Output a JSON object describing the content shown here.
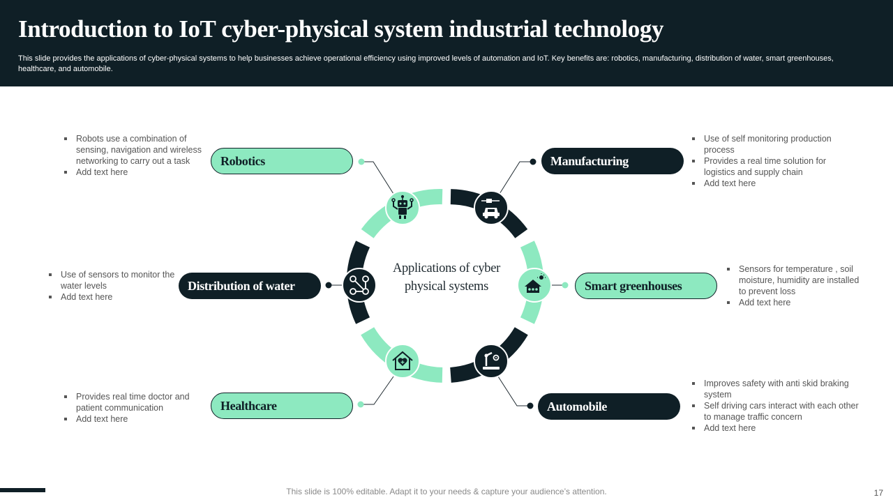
{
  "header": {
    "title": "Introduction to IoT cyber-physical system industrial technology",
    "subtitle": "This slide provides the applications of cyber-physical systems to help businesses achieve operational efficiency using improved levels of automation and IoT. Key benefits are: robotics, manufacturing, distribution of water, smart greenhouses, healthcare, and automobile."
  },
  "center_label": "Applications of cyber physical systems",
  "colors": {
    "dark": "#0f1f26",
    "accent": "#8de9c0"
  },
  "nodes": {
    "robotics": {
      "label": "Robotics",
      "icon": "robot-icon",
      "bullets": [
        "Robots use a combination of sensing, navigation and wireless networking to carry out a task",
        "Add text here"
      ]
    },
    "manufacturing": {
      "label": "Manufacturing",
      "icon": "conveyor-car-icon",
      "bullets": [
        "Use of self monitoring production process",
        "Provides a real time solution for logistics and supply chain",
        "Add text here"
      ]
    },
    "water": {
      "label": "Distribution of water",
      "icon": "water-network-icon",
      "bullets": [
        "Use of sensors to monitor the water levels",
        "Add text here"
      ]
    },
    "greenhouses": {
      "label": "Smart greenhouses",
      "icon": "greenhouse-icon",
      "bullets": [
        "Sensors for temperature  , soil moisture, humidity are installed to prevent  loss",
        "Add text here"
      ]
    },
    "healthcare": {
      "label": "Healthcare",
      "icon": "health-home-icon",
      "bullets": [
        "Provides real time doctor and patient communication",
        "Add text here"
      ]
    },
    "automobile": {
      "label": "Automobile",
      "icon": "robotic-arm-icon",
      "bullets": [
        "Improves  safety with anti skid braking system",
        "Self driving  cars interact with each other to manage traffic concern",
        "Add text here"
      ]
    }
  },
  "footer": {
    "note": "This slide is 100% editable. Adapt it to your needs & capture your audience’s attention.",
    "page_number": "17"
  }
}
